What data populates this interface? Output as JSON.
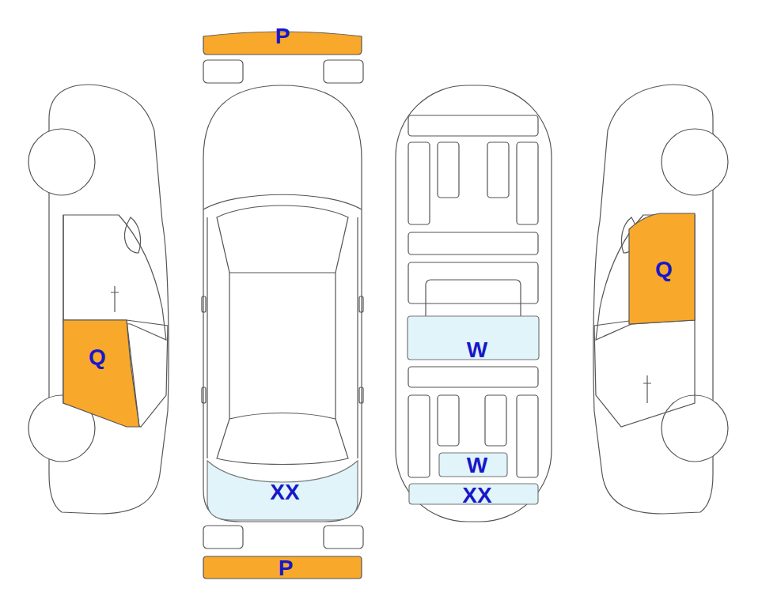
{
  "diagram": {
    "nodes": [
      {
        "text": [
          "P"
        ]
      },
      {
        "text": [
          "Q"
        ]
      },
      {
        "text": [
          "Q"
        ]
      },
      {
        "text": [
          "W"
        ]
      },
      {
        "text": [
          "W"
        ]
      },
      {
        "text": [
          "XX"
        ]
      },
      {
        "text": [
          "XX"
        ]
      },
      {
        "text": [
          "P"
        ]
      }
    ]
  }
}
